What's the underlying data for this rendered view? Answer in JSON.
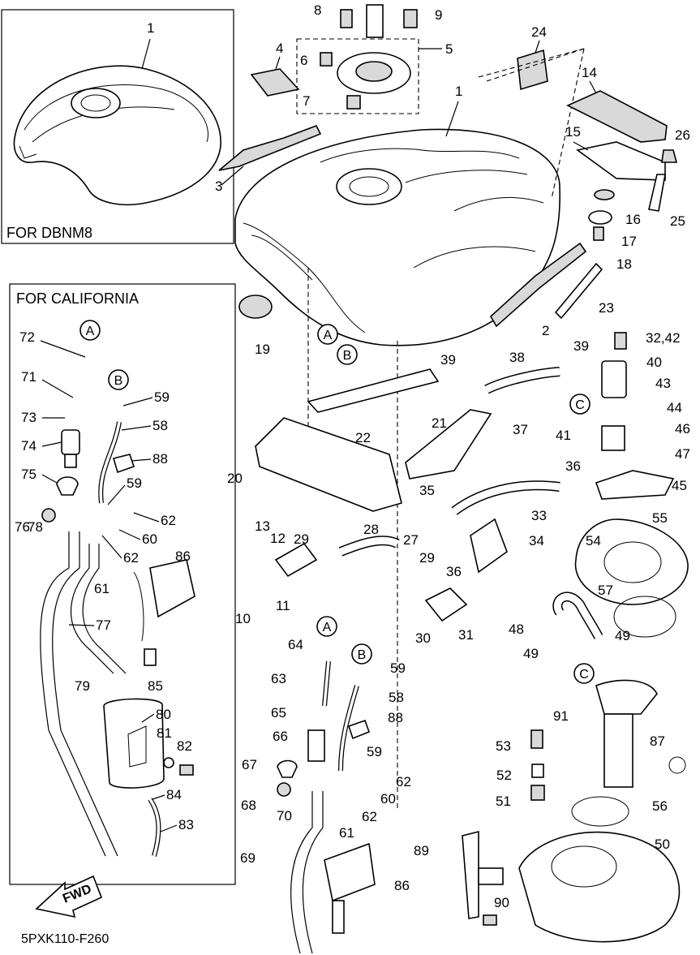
{
  "inset_dbnm8": {
    "caption": "FOR DBNM8",
    "part_no": "1"
  },
  "inset_california": {
    "caption": "FOR CALIFORNIA"
  },
  "diagram_code": "5PXK110-F260",
  "fwd_label": "FWD",
  "callouts": [
    "A",
    "B",
    "C"
  ],
  "parts": [
    "1",
    "2",
    "3",
    "4",
    "5",
    "6",
    "7",
    "8",
    "9",
    "10",
    "11",
    "12",
    "13",
    "14",
    "15",
    "16",
    "17",
    "18",
    "19",
    "20",
    "21",
    "22",
    "23",
    "24",
    "25",
    "26",
    "27",
    "28",
    "29",
    "30",
    "31",
    "32,42",
    "33",
    "34",
    "35",
    "36",
    "37",
    "38",
    "39",
    "40",
    "41",
    "43",
    "44",
    "45",
    "46",
    "47",
    "48",
    "49",
    "50",
    "51",
    "52",
    "53",
    "54",
    "55",
    "56",
    "57",
    "58",
    "59",
    "60",
    "61",
    "62",
    "63",
    "64",
    "65",
    "66",
    "67",
    "68",
    "69",
    "70",
    "71",
    "72",
    "73",
    "74",
    "75",
    "76",
    "77",
    "78",
    "79",
    "80",
    "81",
    "82",
    "83",
    "84",
    "85",
    "86",
    "87",
    "88",
    "89",
    "90",
    "91"
  ]
}
